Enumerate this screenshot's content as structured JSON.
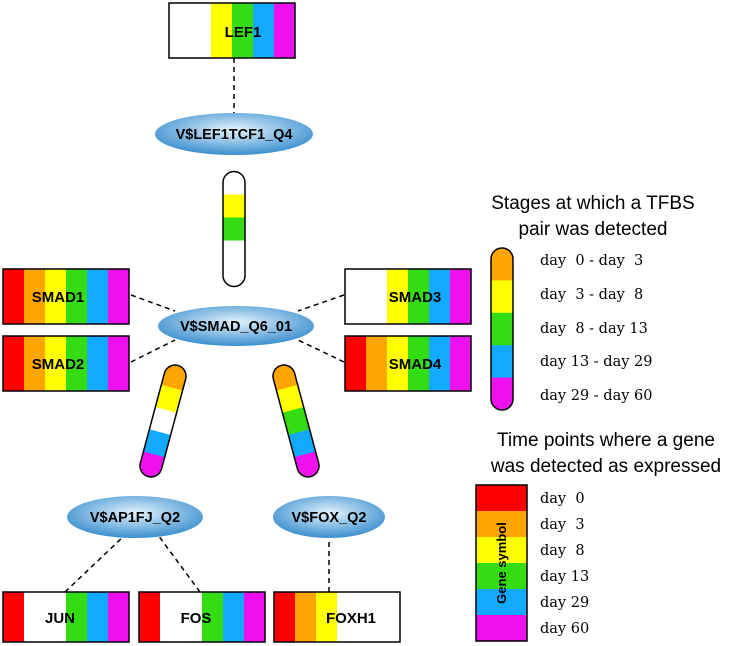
{
  "colors": {
    "stage": [
      "#ffa500",
      "#ffff00",
      "#33dd11",
      "#11aaff",
      "#ee11ee"
    ],
    "timepoint": [
      "#ff0000",
      "#ffa500",
      "#ffff00",
      "#33dd11",
      "#11aaff",
      "#ee11ee"
    ],
    "ellipse_center": "#e4f3fc",
    "ellipse_edge": "#3a8fcf"
  },
  "genes": [
    {
      "id": "lef1",
      "label": "LEF1",
      "expressed": [
        false,
        false,
        true,
        true,
        true,
        true
      ]
    },
    {
      "id": "smad1",
      "label": "SMAD1",
      "expressed": [
        true,
        true,
        true,
        true,
        true,
        true
      ]
    },
    {
      "id": "smad3",
      "label": "SMAD3",
      "expressed": [
        false,
        false,
        true,
        true,
        true,
        true
      ]
    },
    {
      "id": "smad2",
      "label": "SMAD2",
      "expressed": [
        true,
        true,
        true,
        true,
        true,
        true
      ]
    },
    {
      "id": "smad4",
      "label": "SMAD4",
      "expressed": [
        true,
        true,
        true,
        true,
        true,
        true
      ]
    },
    {
      "id": "jun",
      "label": "JUN",
      "expressed": [
        true,
        false,
        false,
        true,
        true,
        true
      ]
    },
    {
      "id": "fos",
      "label": "FOS",
      "expressed": [
        true,
        false,
        false,
        true,
        true,
        true
      ]
    },
    {
      "id": "foxh1",
      "label": "FOXH1",
      "expressed": [
        true,
        true,
        true,
        false,
        false,
        false
      ]
    }
  ],
  "motifs": [
    {
      "id": "lef1tcf1",
      "label": "V$LEF1TCF1_Q4"
    },
    {
      "id": "smad",
      "label": "V$SMAD_Q6_01"
    },
    {
      "id": "ap1fj",
      "label": "V$AP1FJ_Q2"
    },
    {
      "id": "fox",
      "label": "V$FOX_Q2"
    }
  ],
  "pairs": [
    {
      "id": "lef1-smad",
      "stages": [
        false,
        true,
        true,
        false,
        false
      ]
    },
    {
      "id": "smad-ap1",
      "stages": [
        true,
        true,
        false,
        true,
        true
      ]
    },
    {
      "id": "smad-fox",
      "stages": [
        true,
        true,
        true,
        true,
        true
      ]
    }
  ],
  "legend_stages": {
    "title_line1": "Stages at which a TFBS",
    "title_line2": "pair was detected",
    "items": [
      "day  0 - day  3",
      "day  3 - day  8",
      "day  8 - day 13",
      "day 13 - day 29",
      "day 29 - day 60"
    ]
  },
  "legend_timepoints": {
    "title_line1": "Time points where a gene",
    "title_line2": "was detected as expressed",
    "vertical_label": "Gene symbol",
    "items": [
      "day  0",
      "day  3",
      "day  8",
      "day 13",
      "day 29",
      "day 60"
    ]
  }
}
